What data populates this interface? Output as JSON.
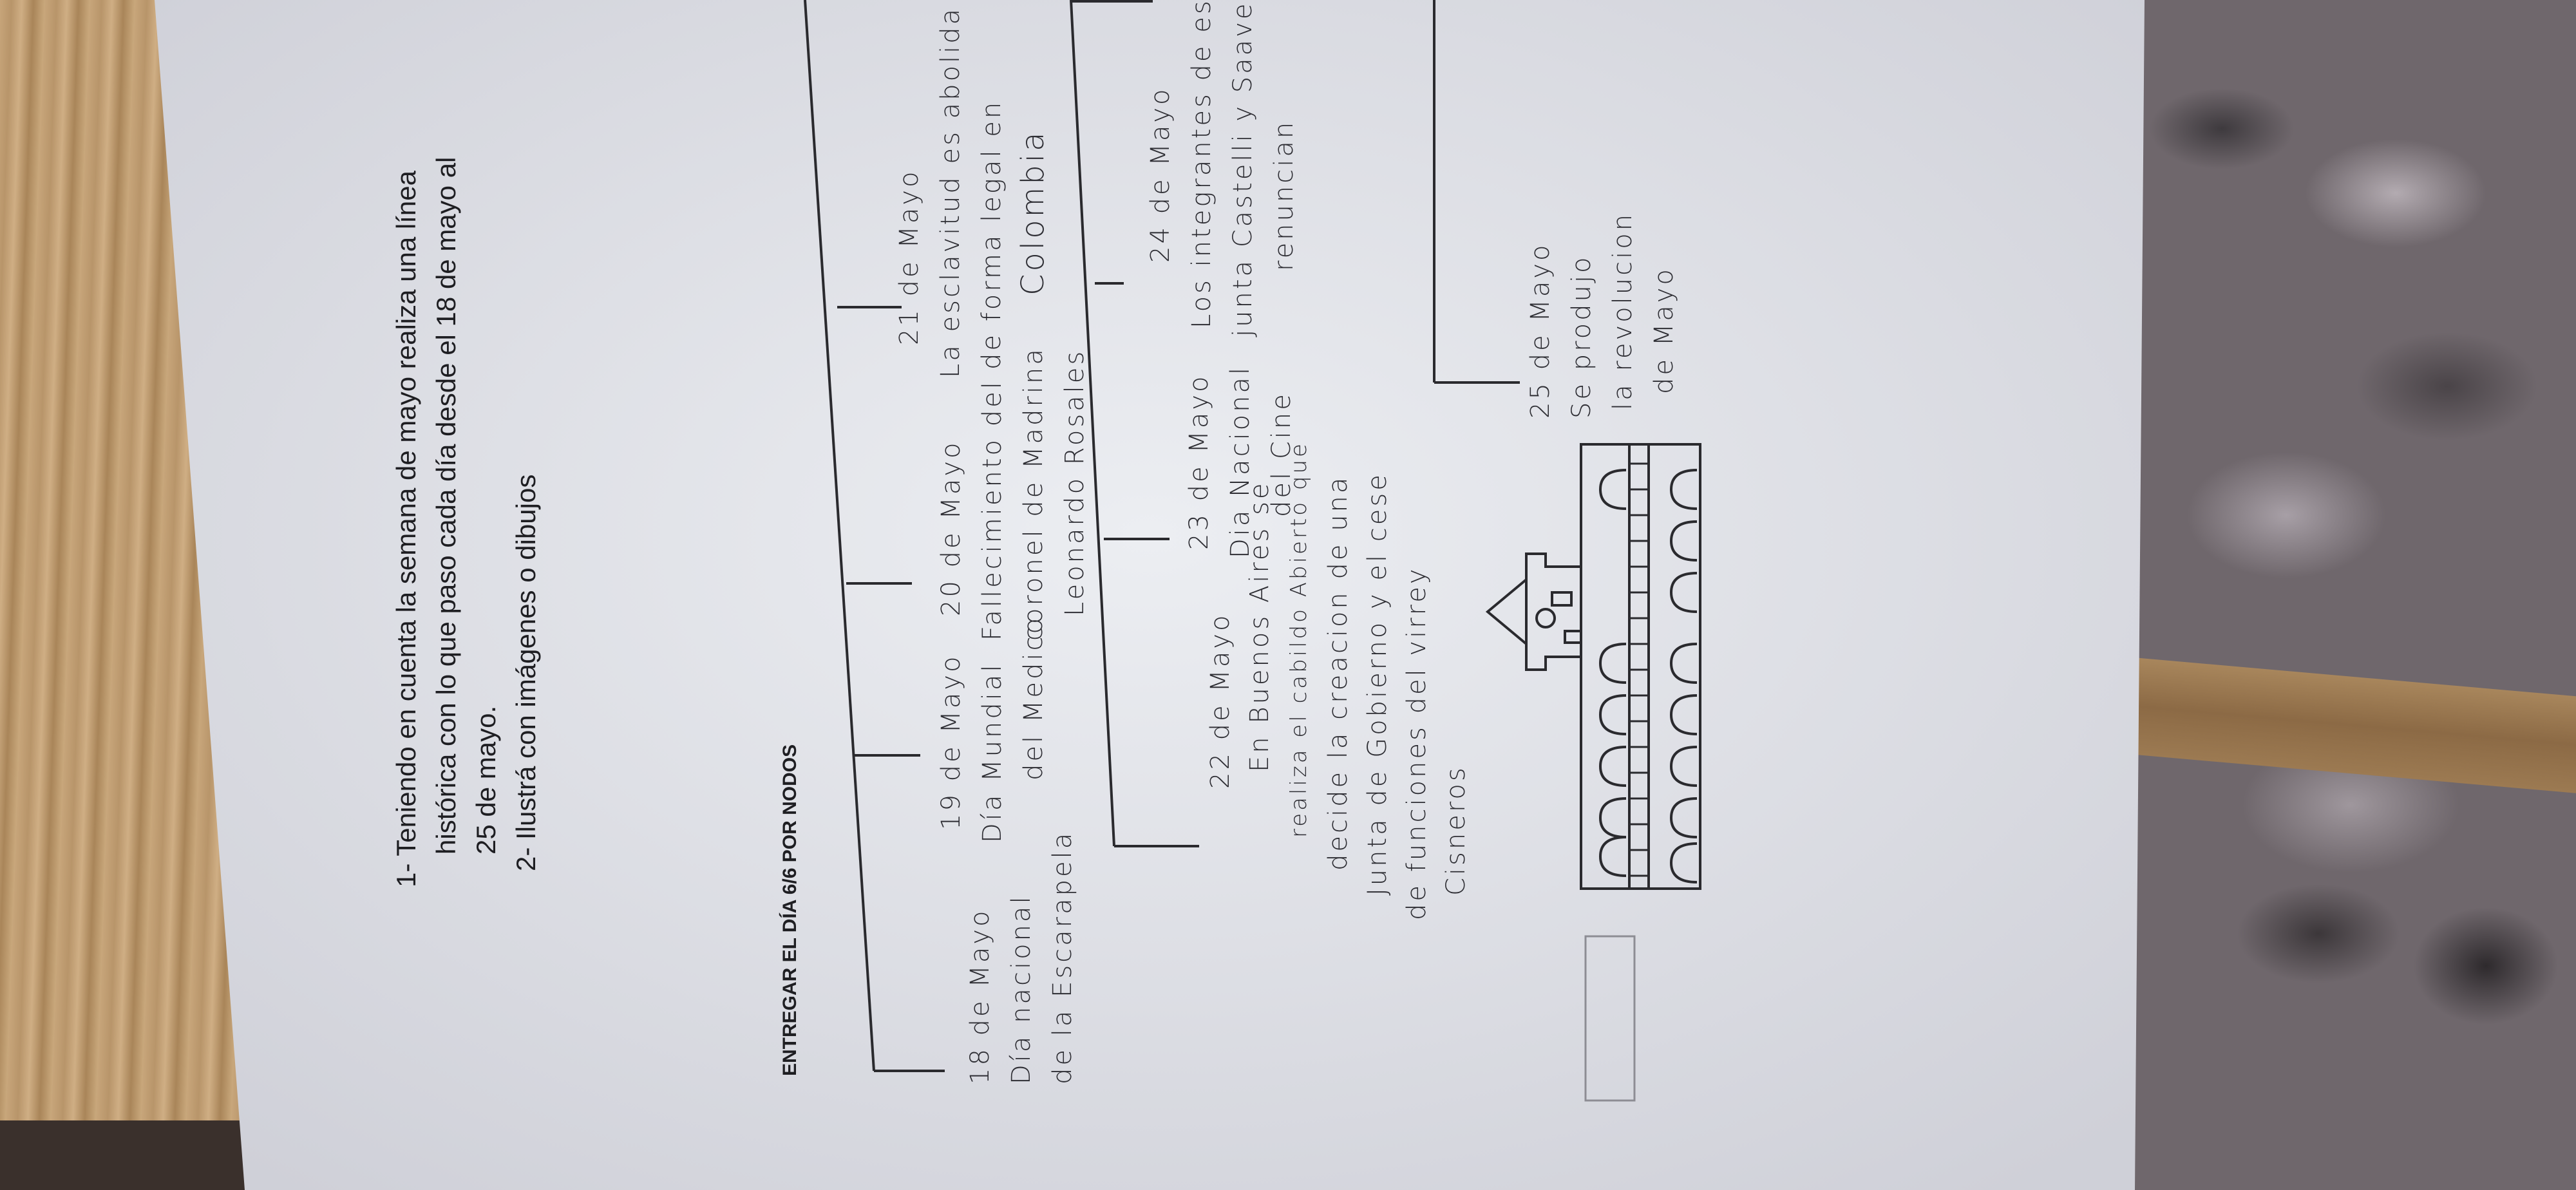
{
  "instructions": {
    "line1": "1- Teniendo en cuenta la semana de mayo realiza una línea",
    "line2": "histórica con lo que paso cada día desde el 18 de mayo al",
    "line3": "25 de mayo.",
    "line4": "2- Ilustrá con imágenes o dibujos"
  },
  "deadline": "ENTREGAR EL DÍA 6/6 POR NODOS",
  "timeline": {
    "may18": {
      "date": "18 de Mayo",
      "lines": [
        "Día nacional",
        "de la Escarapela"
      ]
    },
    "may19": {
      "date": "19 de Mayo",
      "lines": [
        "Día Mundial",
        "del Medico"
      ]
    },
    "may20": {
      "date": "20 de Mayo",
      "lines": [
        "Fallecimiento del",
        "coronel de Madrina",
        "Leonardo Rosales"
      ]
    },
    "may21": {
      "date": "21 de Mayo",
      "lines": [
        "La esclavitud es abolida",
        "de forma legal en",
        "Colombia"
      ]
    },
    "may22": {
      "date": "22 de Mayo",
      "lines": [
        "En Buenos Aires se",
        "realiza el cabildo Abierto que",
        "decide la creacion de una",
        "Junta de Gobierno y el cese",
        "de funciones del virrey",
        "Cisneros"
      ]
    },
    "may23": {
      "date": "23 de Mayo",
      "lines": [
        "Dia Nacional",
        "del Cine"
      ]
    },
    "may24": {
      "date": "24 de Mayo",
      "lines": [
        "Los integrantes de esa",
        "junta Castelli y Saavedra",
        "renuncian"
      ]
    },
    "may25": {
      "date": "25 de Mayo",
      "lines": [
        "Se produjo",
        "la revolucion",
        "de Mayo"
      ]
    }
  },
  "colors": {
    "paper": "#dfe0e6",
    "ink": "#2e2e34",
    "wood": "#c7a57a",
    "fabric": "#6f676c"
  }
}
